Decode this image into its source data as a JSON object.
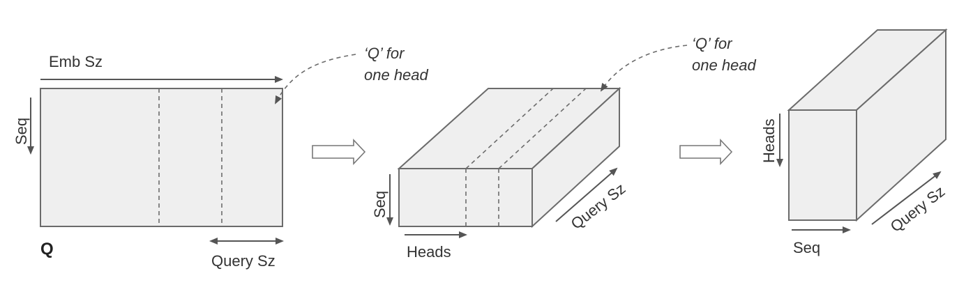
{
  "matrix": {
    "label": "Q",
    "emb_label": "Emb Sz",
    "seq_label": "Seq",
    "query_label": "Query Sz",
    "note_line1": "‘Q’ for",
    "note_line2": "one head"
  },
  "box1": {
    "seq_label": "Seq",
    "heads_label": "Heads",
    "query_label": "Query Sz",
    "note_line1": "‘Q’ for",
    "note_line2": "one head"
  },
  "box2": {
    "heads_label": "Heads",
    "seq_label": "Seq",
    "query_label": "Query Sz"
  },
  "colors": {
    "face": "#efefef",
    "stroke": "#6b6b6b",
    "text": "#333333"
  }
}
